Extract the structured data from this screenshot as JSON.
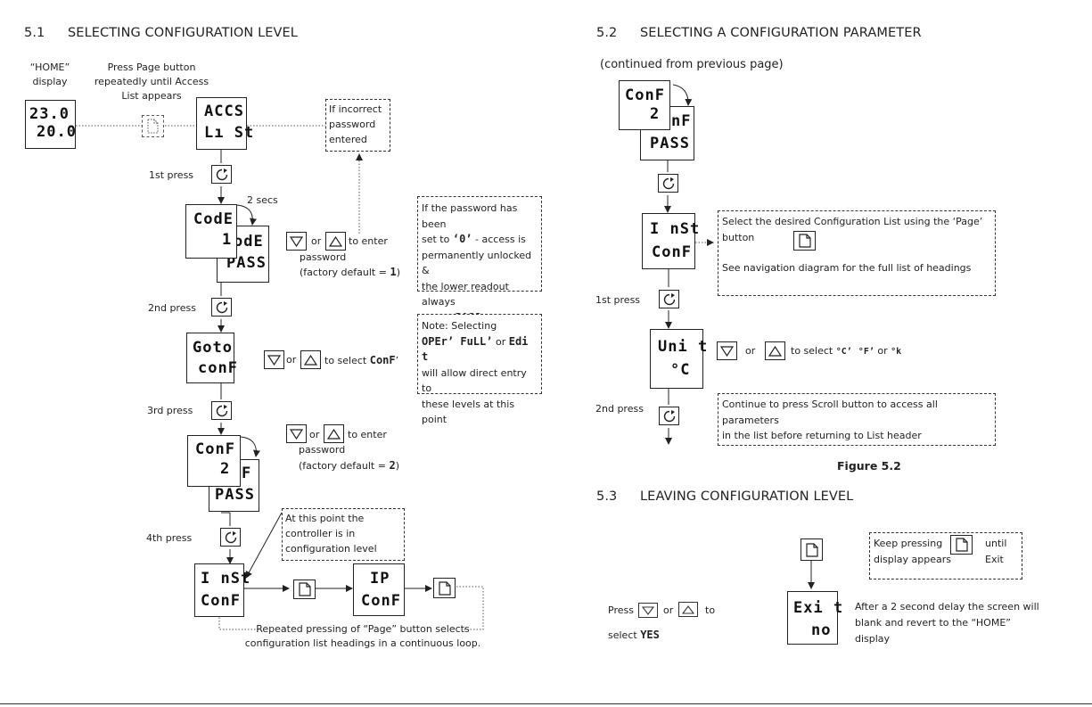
{
  "s51": {
    "num": "5.1",
    "title": "SELECTING CONFIGURATION LEVEL",
    "home_label_1": "“HOME”",
    "home_label_2": "display",
    "press_page_1": "Press Page button",
    "press_page_2": "repeatedly until Access",
    "press_page_3": "List appears",
    "home_display": {
      "l1": "23.0",
      "l2": "20.0"
    },
    "access_display": {
      "l1": "ACCS",
      "l2": "Lı St"
    },
    "incorrect_note": [
      "If incorrect",
      "password",
      "entered"
    ],
    "press1": "1st press",
    "secs": "2 secs",
    "code_front": {
      "l1": "CodE",
      "l2": "1"
    },
    "code_back": {
      "l1": "odE",
      "l2": "PASS"
    },
    "enter_pw_or": "or",
    "enter_pw_to": "to enter",
    "enter_pw_2": "password",
    "enter_pw_3": "(factory default = ",
    "enter_pw_3_val": "1",
    "enter_pw_3_end": ")",
    "pw_note": {
      "l1a": "If the password has been",
      "l2a": "set to ",
      "l2b": "‘0’",
      "l2c": " - access is",
      "l3": "permanently unlocked &",
      "l4": "the lower readout always",
      "l5a": "shows ",
      "l5b": "PASS"
    },
    "press2": "2nd press",
    "goto_display": {
      "l1": "Goto",
      "l2": "conF"
    },
    "select_or": "or",
    "select_to": "to select ",
    "select_val": "ConF",
    "select_end": "’",
    "sel_note": {
      "l1": "Note: Selecting",
      "l2a": "OPEr’ FuLL’",
      "l2b": " or ",
      "l2c": "Edi t",
      "l3": "will allow direct entry to",
      "l4": "these levels at this point"
    },
    "press3": "3rd press",
    "conf_front": {
      "l1": "ConF",
      "l2": "2"
    },
    "conf_back": {
      "l1": "F",
      "l2": "PASS"
    },
    "enter_pw2_or": "or",
    "enter_pw2_to": "to enter",
    "enter_pw2_2": "password",
    "enter_pw2_3": "(factory default = ",
    "enter_pw2_3_val": "2",
    "enter_pw2_3_end": ")",
    "config_note": [
      "At this point the",
      "controller is in",
      "configuration level"
    ],
    "press4": "4th press",
    "inst_display": {
      "l1": "I nSt",
      "l2": "ConF"
    },
    "ip_display": {
      "l1": "IP",
      "l2": "ConF"
    },
    "loop_1": "Repeated pressing of “Page” button selects",
    "loop_2": "configuration list headings in a continuous loop."
  },
  "s52": {
    "num": "5.2",
    "title": "SELECTING A CONFIGURATION PARAMETER",
    "continued": "(continued from previous page)",
    "conf_front": {
      "l1": "ConF",
      "l2": "2"
    },
    "conf_back": {
      "l1": "nF",
      "l2": "PASS"
    },
    "inst_display": {
      "l1": "I nSt",
      "l2": "ConF"
    },
    "list_note": {
      "l1": "Select the desired Configuration List using the ‘Page’",
      "l2": "button",
      "l3": "See navigation diagram for the full  list of headings"
    },
    "press1": "1st press",
    "unit_display": {
      "l1": "Uni t",
      "l2": "°C"
    },
    "unit_or": "or",
    "unit_to": "to select ",
    "unit_c": "°C’",
    "unit_f": "°F’",
    "unit_or2": " or ",
    "unit_k": "°k",
    "scroll_note": {
      "l1": "Continue to press Scroll button to access all parameters",
      "l2": "in the list before returning to List header"
    },
    "press2": "2nd press",
    "figure": "Figure 5.2"
  },
  "s53": {
    "num": "5.3",
    "title": "LEAVING CONFIGURATION LEVEL",
    "keep_1": "Keep pressing",
    "keep_2": "until Exit",
    "keep_3": "display appears",
    "press": "Press",
    "press_or": "or",
    "press_to": "to",
    "select": "select ",
    "select_val": "YES",
    "exit_display": {
      "l1": "Exi t",
      "l2": "no"
    },
    "delay_1": "After a 2 second delay the screen will",
    "delay_2": "blank and revert to the “HOME”",
    "delay_3": "display"
  },
  "icons": {
    "scroll": "scroll-button-icon",
    "page": "page-button-icon",
    "down": "down-arrow-button-icon",
    "up": "up-arrow-button-icon"
  }
}
